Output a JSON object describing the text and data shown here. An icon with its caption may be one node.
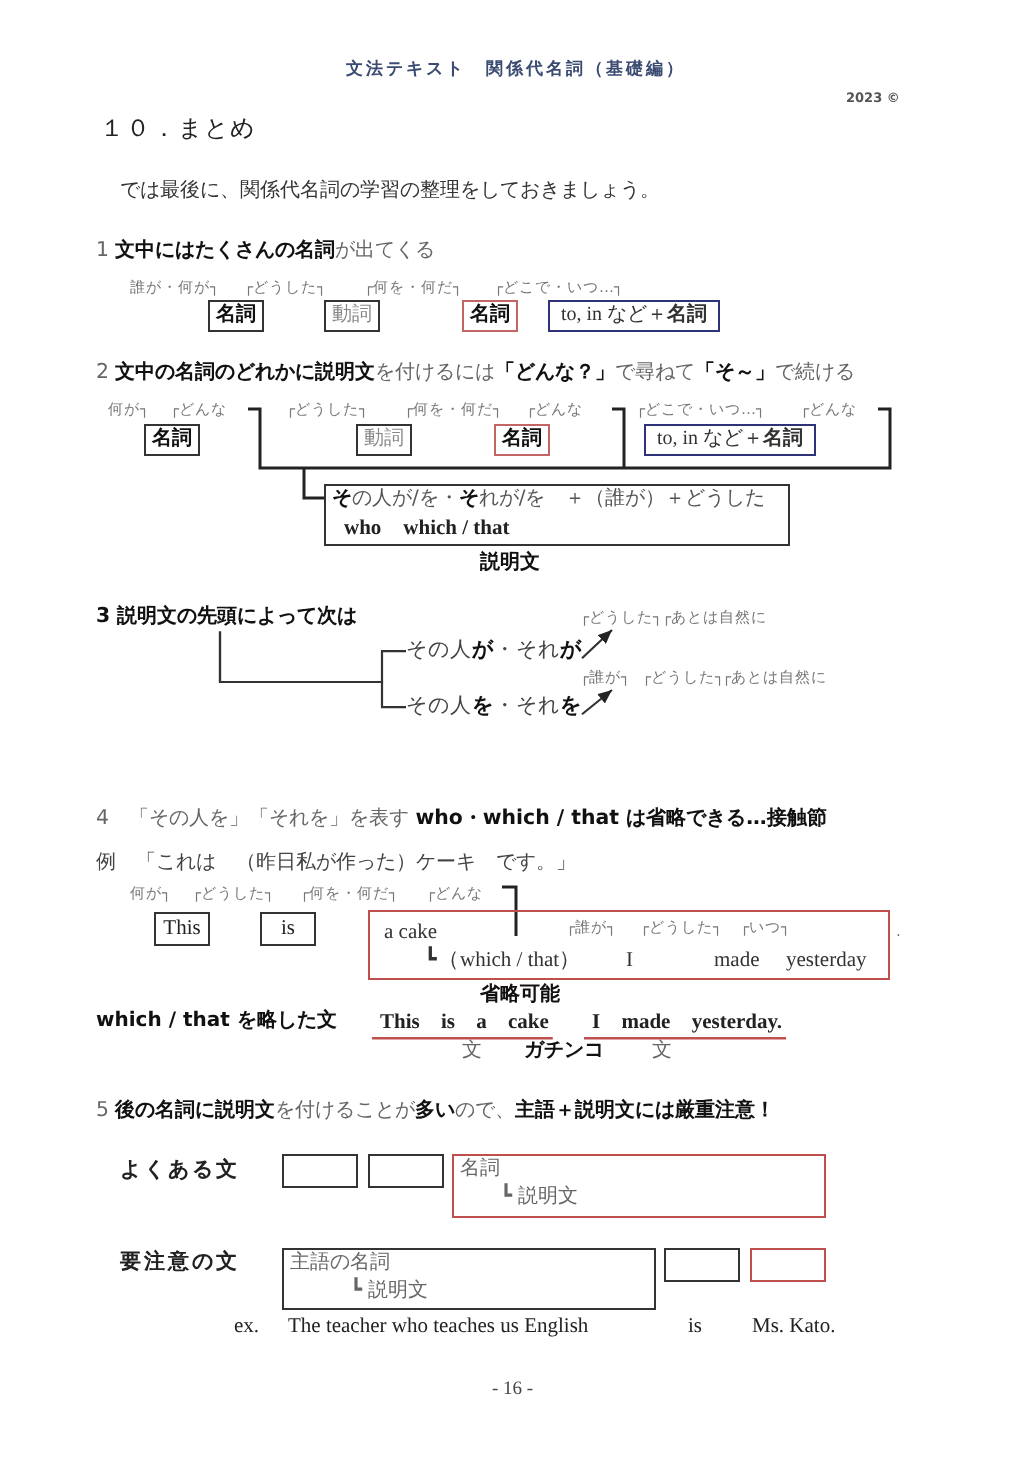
{
  "diagram": {
    "title": "文法テキスト　関係代名詞（基礎編）",
    "nodes": [
      {
        "text": [
          "名詞"
        ]
      },
      {
        "text": [
          "動詞"
        ]
      },
      {
        "text": [
          "名詞"
        ]
      },
      {
        "text": [
          "to, in など＋**名詞**"
        ]
      },
      {
        "text": [
          "名詞"
        ]
      },
      {
        "text": [
          "動詞"
        ]
      },
      {
        "text": [
          "名詞"
        ]
      },
      {
        "text": [
          "to, in など＋**名詞**"
        ]
      },
      {
        "text": [
          "**そ**の人が/を・**そ**れが/を　＋（誰が）＋どうした",
          "who　which / that"
        ],
        "beside": [
          "説明文"
        ]
      },
      {
        "text": [
          "3 説明文の先頭によって次は"
        ]
      },
      {
        "text": [
          "その人**が**・それ**が**"
        ]
      },
      {
        "text": [
          "┌どうした┐",
          "┌あとは自然に"
        ]
      },
      {
        "text": [
          "その人**を**・それ**を**"
        ]
      },
      {
        "text": [
          "┌誰が┐",
          "┌どうした┐",
          "┌あとは自然に"
        ]
      },
      {
        "text": [
          "This"
        ]
      },
      {
        "text": [
          "is"
        ]
      },
      {
        "text": [
          "a cake",
          "┌誰が┐",
          "┌どうした┐",
          "┌いつ┐",
          "┗（which / that）",
          "I",
          "made",
          "yesterday"
        ],
        "beside": [
          "."
        ]
      },
      {
        "text": [],
        "shape": "box"
      },
      {
        "text": [],
        "shape": "box"
      },
      {
        "text": [
          "名詞",
          "┗ 説明文"
        ]
      },
      {
        "text": [
          "主語の名詞",
          "┗ 説明文"
        ]
      },
      {
        "text": [],
        "shape": "box"
      },
      {
        "text": [],
        "shape": "box"
      }
    ],
    "edges": [
      {
        "from": 9,
        "to": 10,
        "arrow": "none"
      },
      {
        "from": 9,
        "to": 12,
        "arrow": "none"
      },
      {
        "from": 10,
        "to": 11,
        "arrow": "to"
      },
      {
        "from": 12,
        "to": 13,
        "arrow": "to"
      }
    ],
    "labels": [
      "2023 ©",
      "１０．まとめ",
      "では最後に、関係代名詞の学習の整理をしておきましょう。",
      "1 **文中にはたくさんの名詞**が出てくる",
      "誰が・何が┐",
      "┌どうした┐",
      "┌何を・何だ┐",
      "┌どこで・いつ…┐",
      "2 **文中の名詞のどれかに説明文**を付けるには**「どんな？」**で尋ねて**「そ～」**で続ける",
      "何が┐",
      "┌どんな",
      "┌どうした┐",
      "┌何を・何だ┐",
      "┌どんな",
      "┌どこで・いつ…┐",
      "┌どんな",
      "4　「その人を」「それを」を表す **who・which / that は省略できる…接触節**",
      "例　「これは　（昨日私が作った）ケーキ　です。」",
      "何が┐",
      "┌どうした┐",
      "┌何を・何だ┐",
      "┌どんな",
      "省略可能",
      "which / that を略した文",
      "This is a cake",
      "I made yesterday.",
      "文",
      "ガチンコ",
      "文",
      "5 **後の名詞に説明文**を付けることが**多い**ので、**主語＋説明文には厳重注意！**",
      "よくある文",
      "要注意の文",
      "ex.",
      "The teacher who teaches us English",
      "is",
      "Ms. Kato.",
      "- 16 -"
    ]
  }
}
